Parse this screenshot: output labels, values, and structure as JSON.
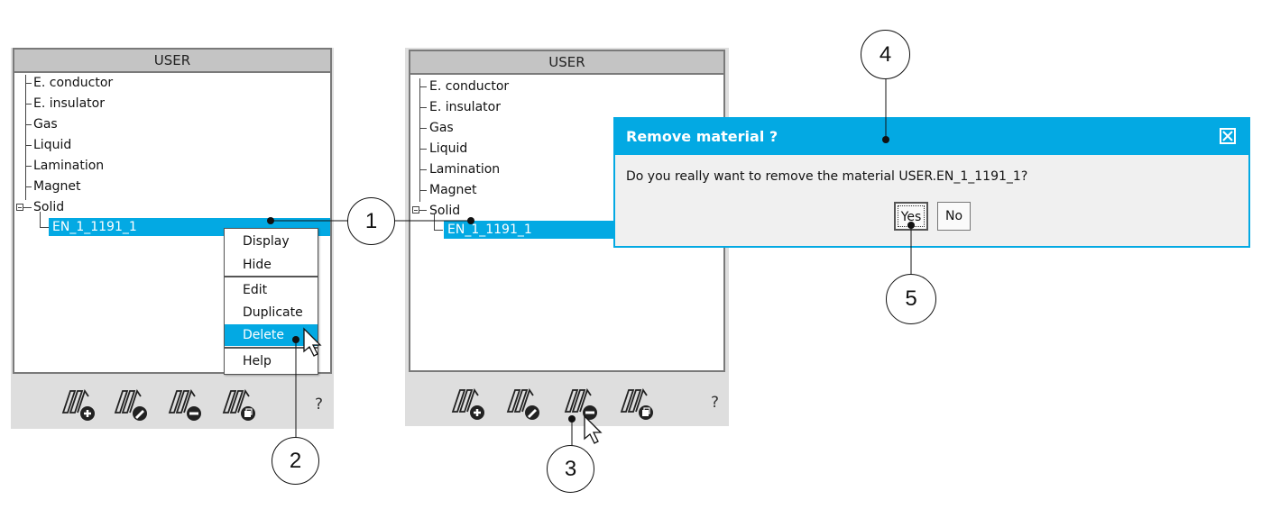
{
  "panel_left": {
    "title": "USER",
    "tree": [
      "E. conductor",
      "E. insulator",
      "Gas",
      "Liquid",
      "Lamination",
      "Magnet",
      "Solid"
    ],
    "selected": "EN_1_1191_1",
    "help": "?"
  },
  "panel_right": {
    "title": "USER",
    "tree": [
      "E. conductor",
      "E. insulator",
      "Gas",
      "Liquid",
      "Lamination",
      "Magnet",
      "Solid"
    ],
    "selected": "EN_1_1191_1",
    "help": "?"
  },
  "context_menu": {
    "items": [
      "Display",
      "Hide",
      "Edit",
      "Duplicate",
      "Delete",
      "Help"
    ],
    "active": "Delete"
  },
  "dialog": {
    "title": "Remove material ?",
    "message": "Do you really want to remove the material USER.EN_1_1191_1?",
    "yes_label": "Yes",
    "no_label": "No"
  },
  "callouts": [
    "1",
    "2",
    "3",
    "4",
    "5"
  ],
  "toolbar_icons": [
    "add-material-icon",
    "edit-material-icon",
    "remove-material-icon",
    "duplicate-material-icon"
  ],
  "colors": {
    "accent": "#03a9e3",
    "panel_bg": "#dedede",
    "title_bg": "#c4c4c4"
  }
}
